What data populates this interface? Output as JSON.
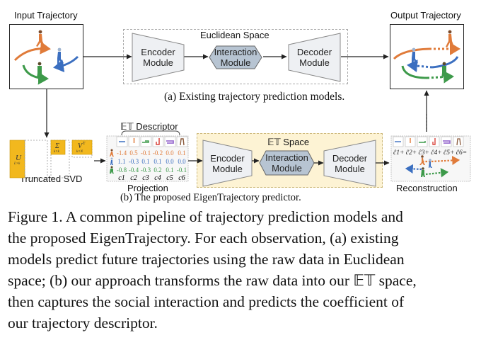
{
  "top": {
    "input_label": "Input Trajectory",
    "output_label": "Output Trajectory",
    "space_label": "Euclidean Space",
    "encoder": [
      "Encoder",
      "Module"
    ],
    "interaction": [
      "Interaction",
      "Module"
    ],
    "decoder": [
      "Decoder",
      "Module"
    ],
    "subcaption": "(a) Existing trajectory prediction models."
  },
  "bottom": {
    "svd_label": "Truncated SVD",
    "svd_matrices": [
      {
        "symbol": "U",
        "dims": "L×k"
      },
      {
        "symbol": "Σ",
        "dims": "k×k"
      },
      {
        "symbol": "V",
        "sup": "T",
        "dims": "k×N"
      }
    ],
    "descriptor_label": "𝔼𝕋 Descriptor",
    "projection_label": "Projection",
    "coef_rows": [
      {
        "agent": "orange",
        "values": [
          "-1.4",
          "0.5",
          "-0.1",
          "-0.2",
          "0.0",
          "0.1"
        ]
      },
      {
        "agent": "blue",
        "values": [
          "1.1",
          "-0.3",
          "0.1",
          "0.1",
          "0.0",
          "0.0"
        ]
      },
      {
        "agent": "green",
        "values": [
          "-0.8",
          "-0.4",
          "-0.3",
          "0.2",
          "0.1",
          "-0.1"
        ]
      }
    ],
    "coef_indices": [
      "c1",
      "c2",
      "c3",
      "c4",
      "c5",
      "c6"
    ],
    "space_label": "𝔼𝕋 Space",
    "encoder": [
      "Encoder",
      "Module"
    ],
    "interaction": [
      "Interaction",
      "Module"
    ],
    "decoder": [
      "Decoder",
      "Module"
    ],
    "reconstruction_label": "Reconstruction",
    "reconstruction_formula": "ĉ1+ ĉ2+ ĉ3+ ĉ4+ ĉ5+ ĉ6=",
    "subcaption": "(b) The proposed EigenTrajectory predictor."
  },
  "caption": {
    "lines": [
      "Figure 1. A common pipeline of trajectory prediction models and",
      "the proposed EigenTrajectory. For each observation, (a) existing",
      "models predict future trajectories using the raw data in Euclidean",
      "space; (b) our approach transforms the raw data into our 𝔼𝕋 space,",
      "then captures the social interaction and predicts the coefficient of",
      "our trajectory descriptor."
    ]
  },
  "colors": {
    "orange": "#e07b3a",
    "blue": "#3b6fc0",
    "green": "#3d9a4a",
    "purple": "#9b6fd0",
    "red": "#d9433c",
    "brown": "#8a5a3c",
    "svd_yellow": "#f2b81e",
    "et_space_bg": "#fdf3d4",
    "module_fill": "#eef0f3",
    "interaction_fill": "#b7c4d2"
  }
}
